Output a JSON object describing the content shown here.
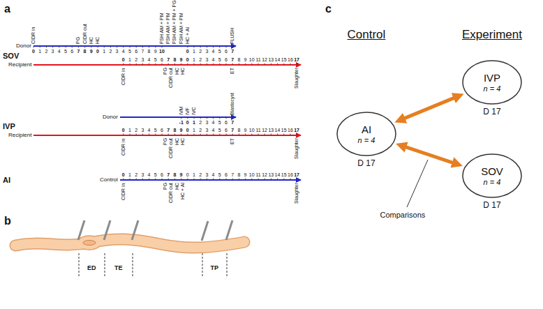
{
  "diagram": {
    "nodes": [
      {
        "text": [
          "AI",
          "n = 4",
          "D 17"
        ]
      },
      {
        "text": [
          "IVP",
          "n = 4",
          "D 17"
        ]
      },
      {
        "text": [
          "SOV",
          "n = 4",
          "D 17"
        ]
      }
    ],
    "edges": [
      {
        "from": 0,
        "to": 1,
        "arrow": "both"
      },
      {
        "from": 0,
        "to": 2,
        "arrow": "both"
      }
    ],
    "labels": [
      "a",
      "SOV",
      "Donor",
      "Recipient",
      "CIDR in",
      "PG",
      "CIDR out",
      "HC",
      "HC",
      "FSH AM + PM",
      "FSH AM + PM",
      "FSH AM + PM + PG",
      "FSH AM + PM",
      "HC + AI",
      "FLUSH",
      "0",
      "1",
      "2",
      "3",
      "4",
      "5",
      "6",
      "7",
      "8",
      "9",
      "0",
      "1",
      "2",
      "3",
      "4",
      "5",
      "6",
      "7",
      "8",
      "9",
      "10",
      "0",
      "1",
      "2",
      "3",
      "4",
      "5",
      "6",
      "7",
      "0",
      "1",
      "2",
      "3",
      "4",
      "5",
      "6",
      "7",
      "8",
      "9",
      "0",
      "1",
      "2",
      "3",
      "4",
      "5",
      "6",
      "7",
      "8",
      "9",
      "10",
      "11",
      "12",
      "13",
      "14",
      "15",
      "16",
      "17",
      "CIDR in",
      "PG",
      "CIDR out",
      "HC",
      "HC",
      "ET",
      "Slaughter",
      "IVP",
      "Donor",
      "Recipient",
      "IVM",
      "IVF",
      "IVC",
      "Blastocyst",
      "-1",
      "0",
      "1",
      "2",
      "3",
      "4",
      "5",
      "6",
      "7",
      "0",
      "1",
      "2",
      "3",
      "4",
      "5",
      "6",
      "7",
      "8",
      "9",
      "0",
      "1",
      "2",
      "3",
      "4",
      "5",
      "6",
      "7",
      "8",
      "9",
      "10",
      "11",
      "12",
      "13",
      "14",
      "15",
      "16",
      "17",
      "CIDR in",
      "PG",
      "CIDR out",
      "HC",
      "HC",
      "ET",
      "Slaughter",
      "AI",
      "Control",
      "0",
      "1",
      "2",
      "3",
      "4",
      "5",
      "6",
      "7",
      "8",
      "9",
      "0",
      "1",
      "2",
      "3",
      "4",
      "5",
      "6",
      "7",
      "8",
      "9",
      "10",
      "11",
      "12",
      "13",
      "14",
      "15",
      "16",
      "17",
      "CIDR in",
      "PG",
      "CIDR out",
      "HC",
      "HC + AI",
      "Slaughter",
      "b",
      "ED",
      "TE",
      "TP",
      "c",
      "Control",
      "Experiment",
      "Comparisons"
    ]
  }
}
